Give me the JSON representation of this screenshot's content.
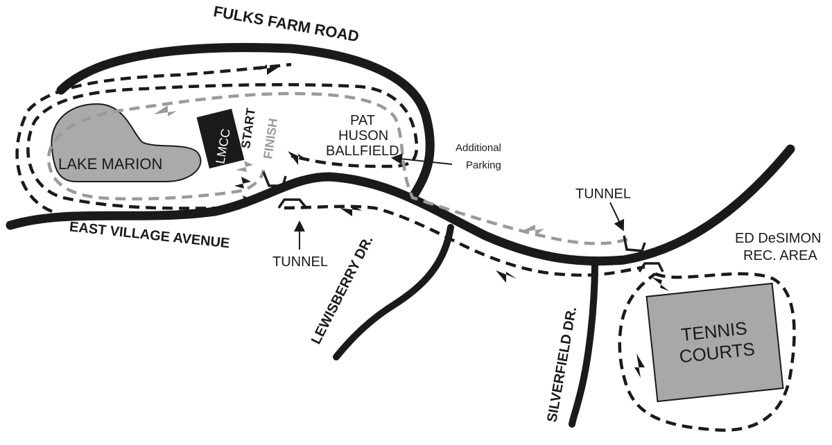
{
  "roads": {
    "fulks_farm_road": "FULKS FARM ROAD",
    "east_village_avenue": "EAST VILLAGE AVENUE",
    "lewisberry_dr": "LEWISBERRY DR.",
    "silverfield_dr": "SILVERFIELD DR."
  },
  "places": {
    "lake_marion": "LAKE MARION",
    "lmcc": "LMCC",
    "start": "START",
    "finish": "FINISH",
    "ballfield_line1": "PAT",
    "ballfield_line2": "HUSON",
    "ballfield_line3": "BALLFIELD",
    "parking_line1": "Additional",
    "parking_line2": "Parking",
    "tunnel_left": "TUNNEL",
    "tunnel_right": "TUNNEL",
    "rec_line1": "ED DeSIMON",
    "rec_line2": "REC. AREA",
    "tennis_line1": "TENNIS",
    "tennis_line2": "COURTS"
  },
  "colors": {
    "road": "#1a1a1a",
    "finish_route": "#9a9a9a",
    "lake": "#aaaaaa",
    "courts": "#a8a8a8"
  }
}
